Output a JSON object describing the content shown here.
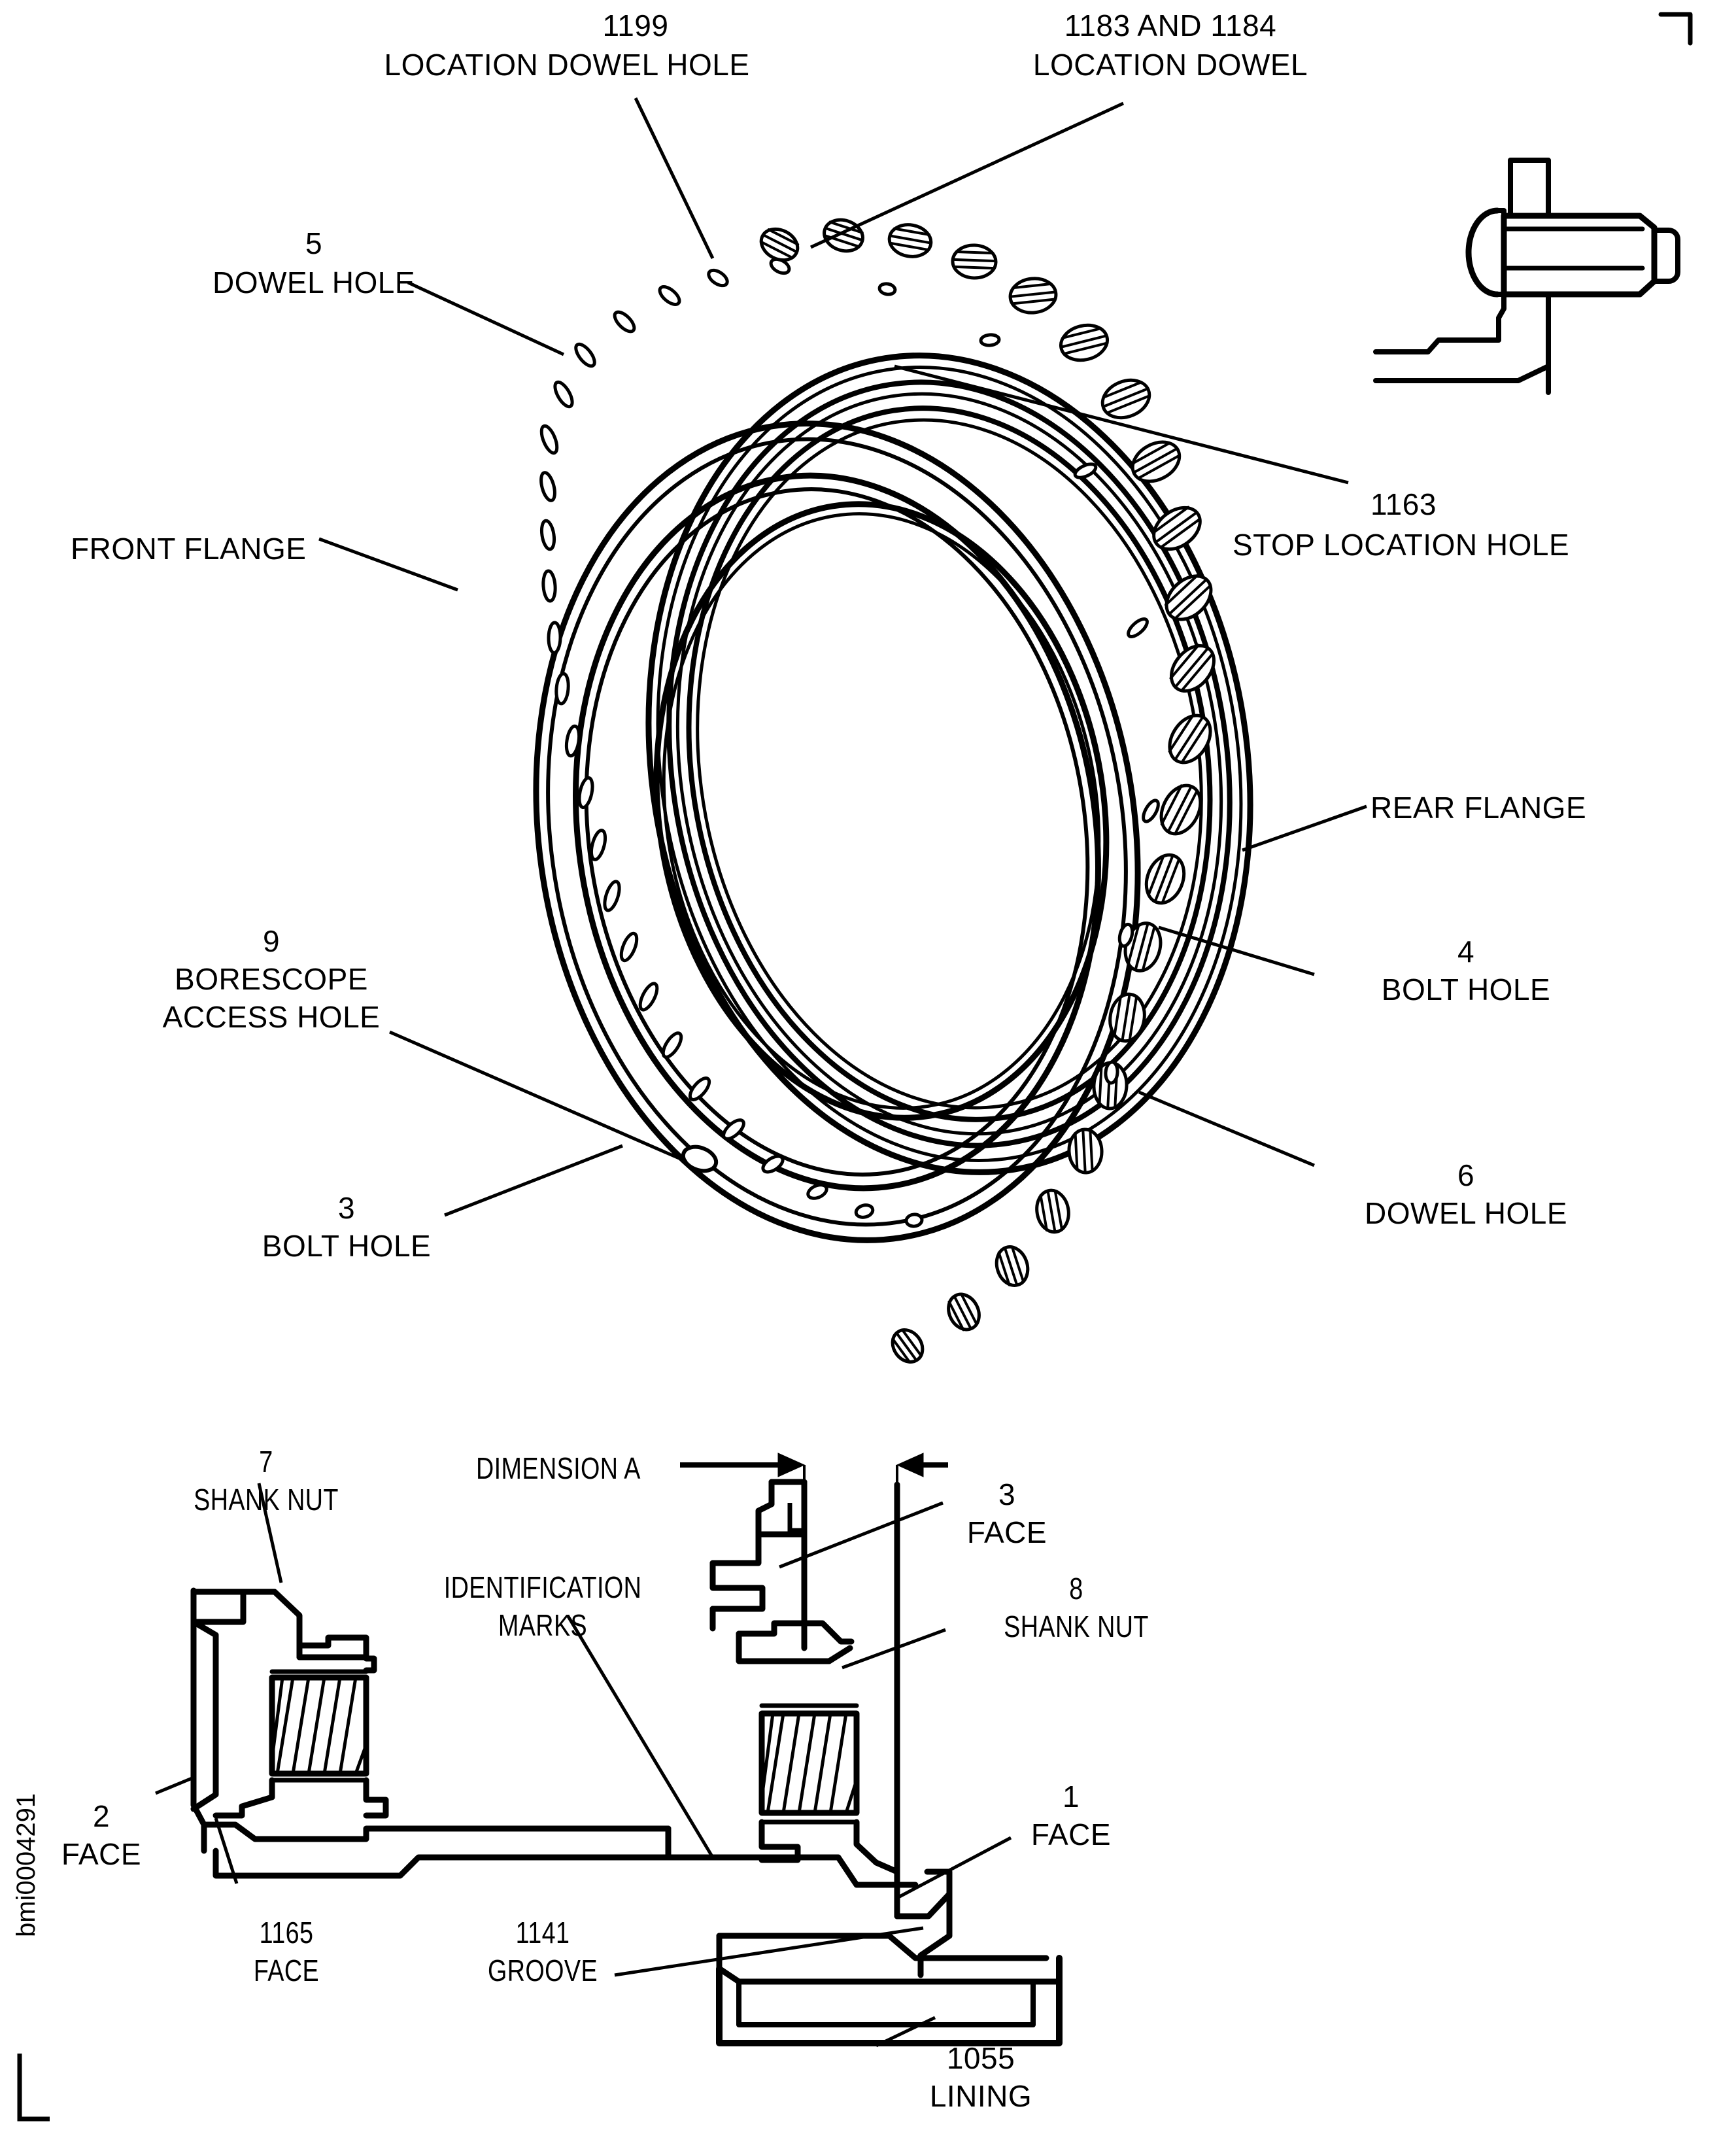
{
  "figure": {
    "doc_id": "bmi0004291",
    "title_none": "",
    "line_color": "#000000",
    "background": "#ffffff"
  },
  "callouts": {
    "location_dowel_hole": {
      "item": "1199",
      "text": "LOCATION DOWEL HOLE"
    },
    "location_dowel": {
      "item": "1183 AND 1184",
      "text": "LOCATION DOWEL"
    },
    "dowel_hole_5": {
      "item": "5",
      "text": "DOWEL HOLE"
    },
    "stop_location_hole": {
      "item": "1163",
      "text": "STOP LOCATION HOLE"
    },
    "front_flange": {
      "item": "",
      "text": "FRONT FLANGE"
    },
    "rear_flange": {
      "item": "",
      "text": "REAR FLANGE"
    },
    "borescope_access_hole": {
      "item": "9",
      "text": "BORESCOPE",
      "text2": "ACCESS HOLE"
    },
    "bolt_hole_3": {
      "item": "3",
      "text": "BOLT HOLE"
    },
    "bolt_hole_4": {
      "item": "4",
      "text": "BOLT HOLE"
    },
    "dowel_hole_6": {
      "item": "6",
      "text": "DOWEL HOLE"
    },
    "shank_nut_7": {
      "item": "7",
      "text": "SHANK NUT"
    },
    "shank_nut_8": {
      "item": "8",
      "text": "SHANK NUT"
    },
    "dimension_a": {
      "item": "",
      "text": "DIMENSION A"
    },
    "identification_marks": {
      "item": "",
      "text": "IDENTIFICATION",
      "text2": "MARKS"
    },
    "face_3": {
      "item": "3",
      "text": "FACE"
    },
    "face_1": {
      "item": "1",
      "text": "FACE"
    },
    "face_2": {
      "item": "2",
      "text": "FACE"
    },
    "face_1165": {
      "item": "1165",
      "text": "FACE"
    },
    "groove_1141": {
      "item": "1141",
      "text": "GROOVE"
    },
    "lining_1055": {
      "item": "1055",
      "text": "LINING"
    }
  }
}
